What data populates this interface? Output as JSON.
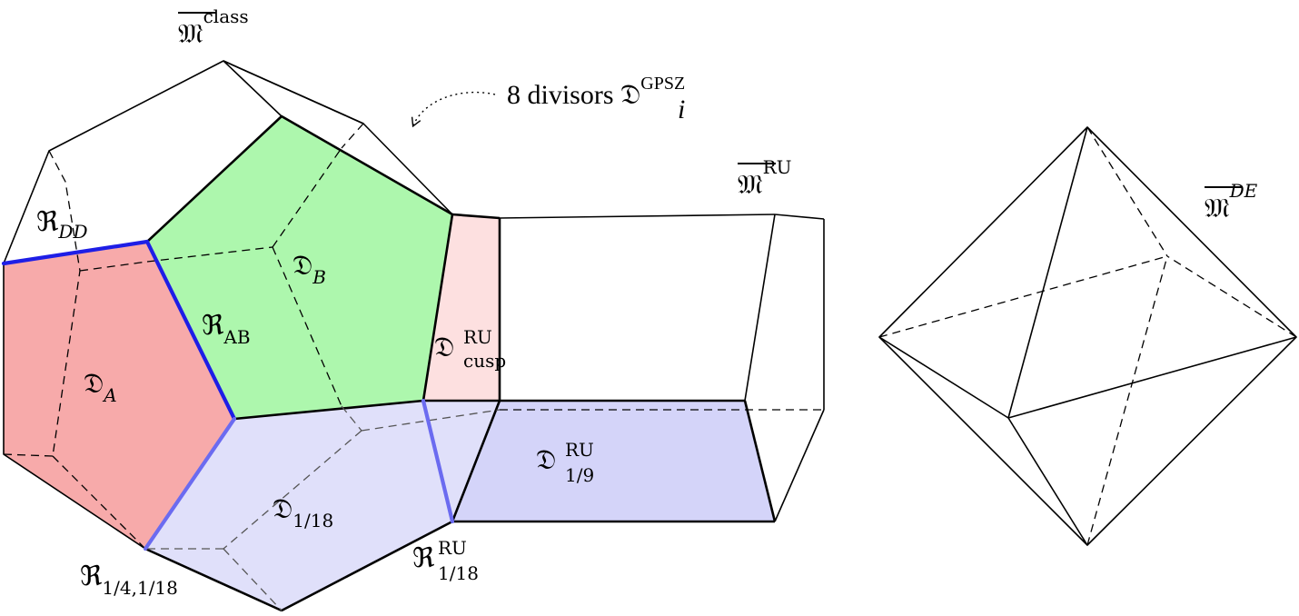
{
  "colors": {
    "face_A": "#f7aaaa",
    "face_B": "#adf7ad",
    "face_cusp": "#fde0e0",
    "face_1_18": "#e0e0fa",
    "face_1_9": "#d4d4f9",
    "ridge_blue": "#1e1ee6",
    "ridge_blue_soft": "#6b6bf0"
  },
  "labels": {
    "m_class": {
      "base": "𝔐",
      "sup": "class"
    },
    "m_ru": {
      "base": "𝔐",
      "sup": "RU"
    },
    "m_de": {
      "base": "𝔐",
      "sup": "DE"
    },
    "annotation": {
      "text": "8 divisors 𝔇",
      "sub": "i",
      "sup": "GPSZ"
    },
    "d_a": {
      "base": "𝔇",
      "sub": "A"
    },
    "d_b": {
      "base": "𝔇",
      "sub": "B"
    },
    "d_cusp": {
      "base": "𝔇",
      "sup": "RU",
      "sub": "cusp"
    },
    "d_1_18": {
      "base": "𝔇",
      "sub": "1/18"
    },
    "d_1_9": {
      "base": "𝔇",
      "sup": "RU",
      "sub": "1/9"
    },
    "r_dd": {
      "base": "ℜ",
      "sub": "DD"
    },
    "r_ab": {
      "base": "ℜ",
      "sub": "AB"
    },
    "r_quarter": {
      "base": "ℜ",
      "sub": "1/4,1/18"
    },
    "r_ru": {
      "base": "ℜ",
      "sup": "RU",
      "sub": "1/18"
    }
  },
  "icons": [
    "dotted-curved-arrow-icon"
  ]
}
